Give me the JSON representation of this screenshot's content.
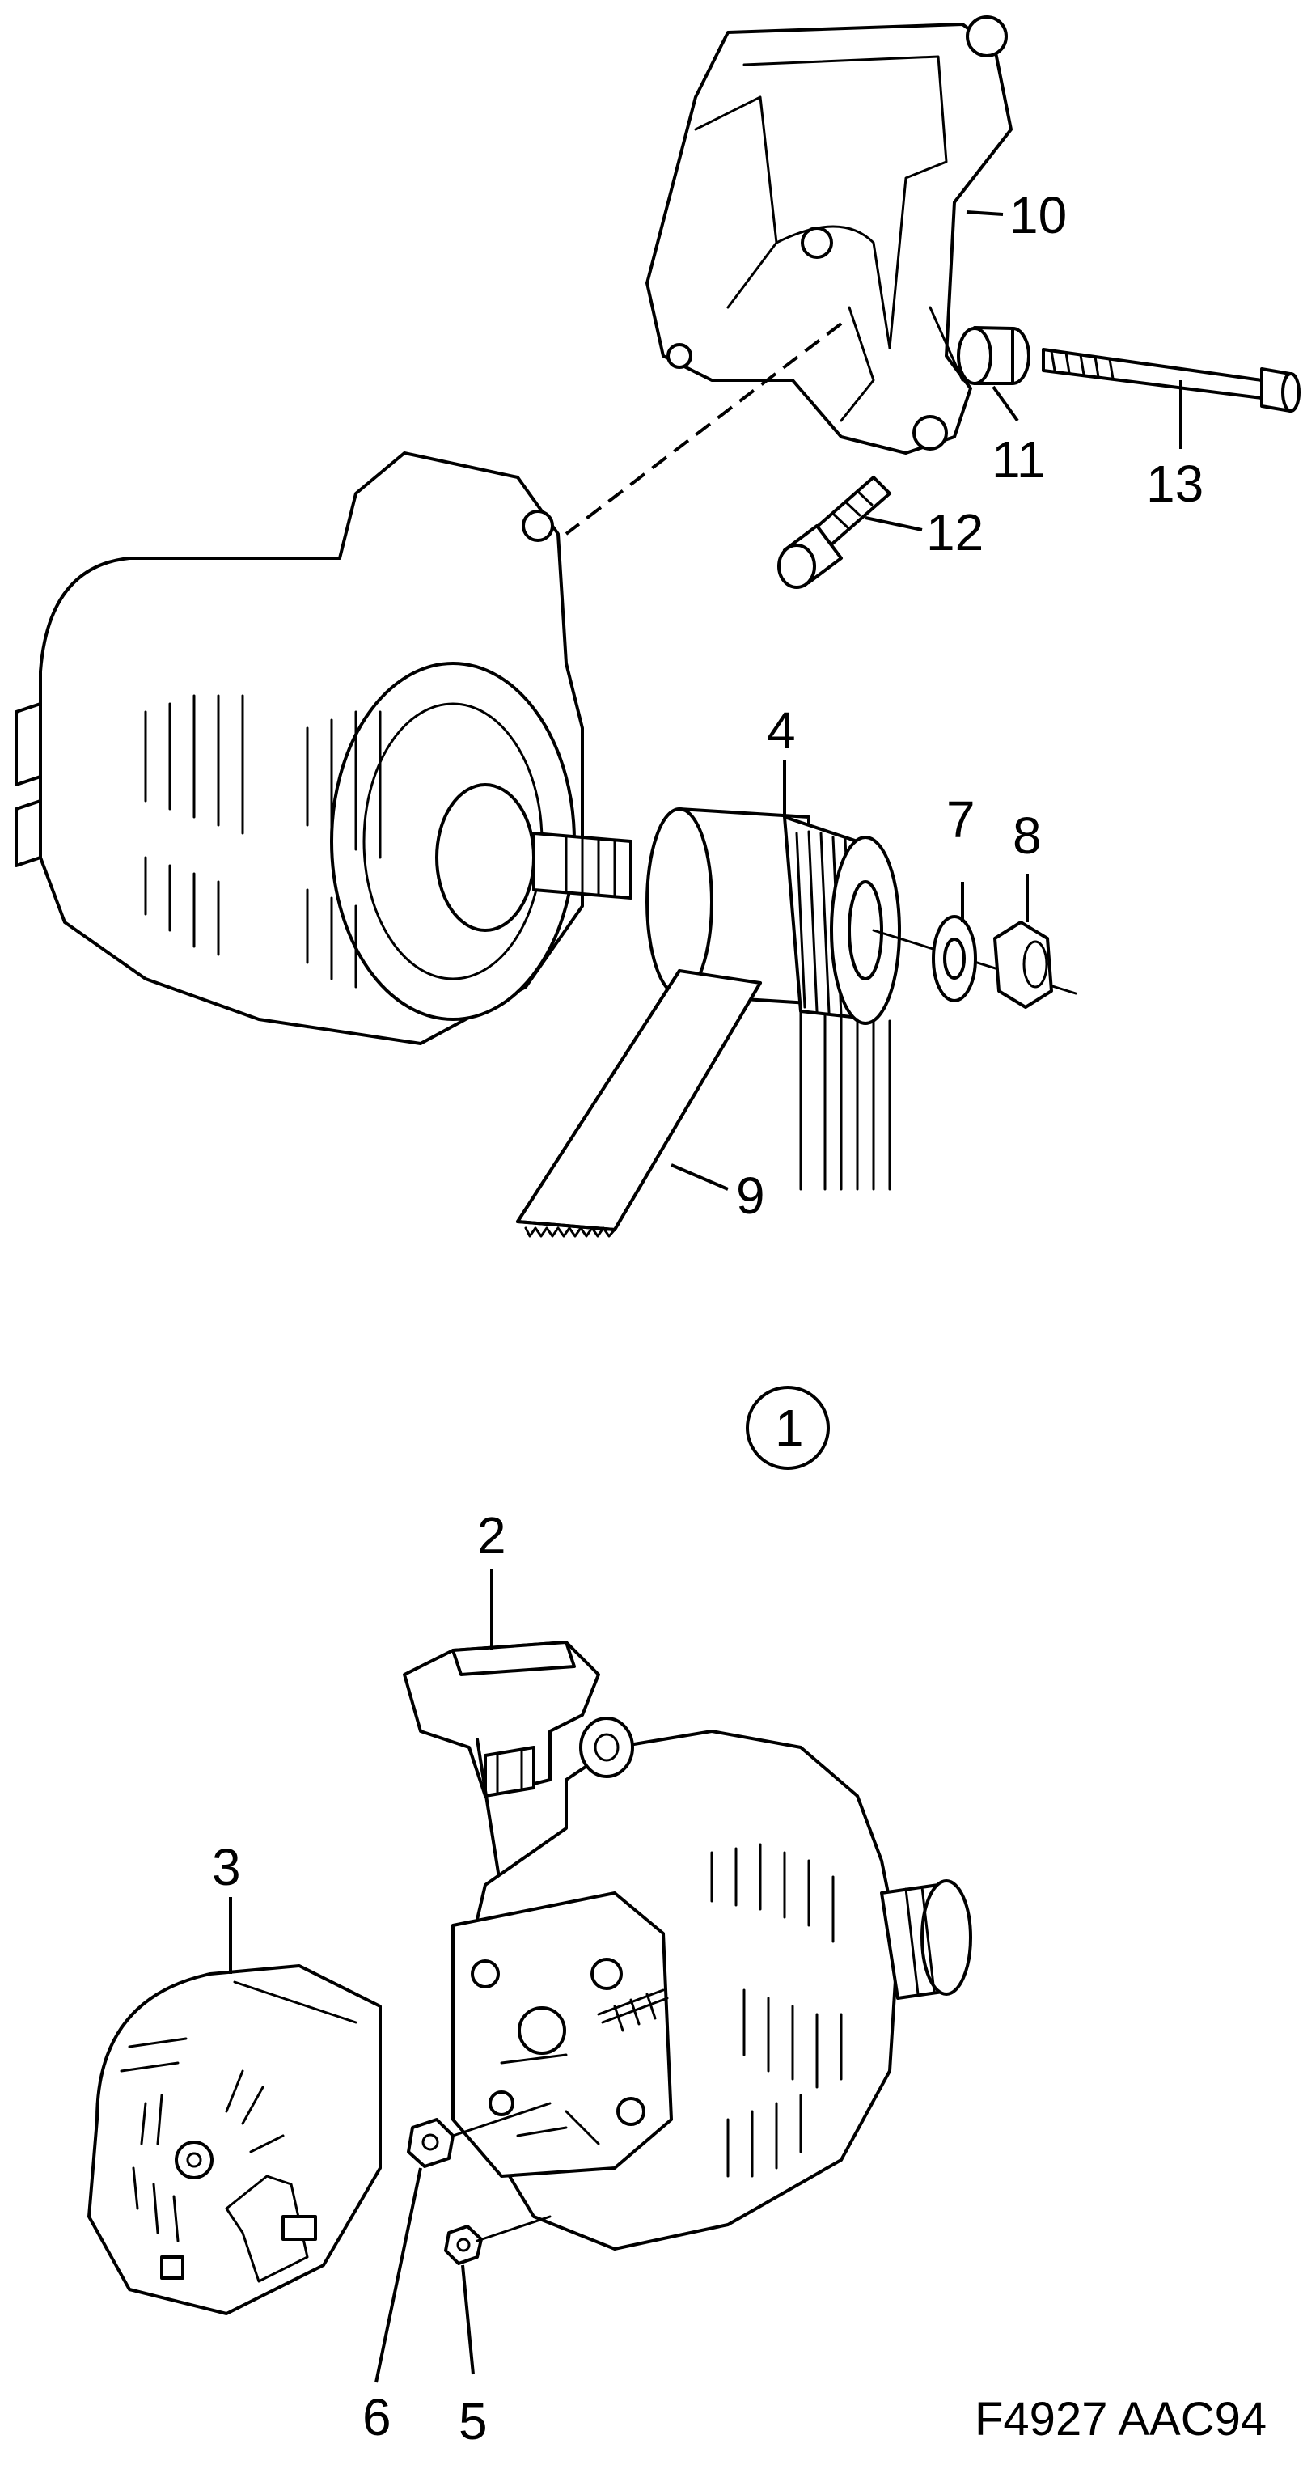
{
  "figure_number": "1",
  "figure_code": "F4927 AAC94",
  "callouts": {
    "c2": "2",
    "c3": "3",
    "c4": "4",
    "c5": "5",
    "c6": "6",
    "c7": "7",
    "c8": "8",
    "c9": "9",
    "c10": "10",
    "c11": "11",
    "c12": "12",
    "c13": "13"
  },
  "parts": [
    "bracket",
    "spacer",
    "bolt-long",
    "bolt-short",
    "alternator",
    "pulley",
    "washer",
    "nut",
    "drive-belt",
    "regulator",
    "rear-cover",
    "nut-small",
    "nut-terminal"
  ]
}
